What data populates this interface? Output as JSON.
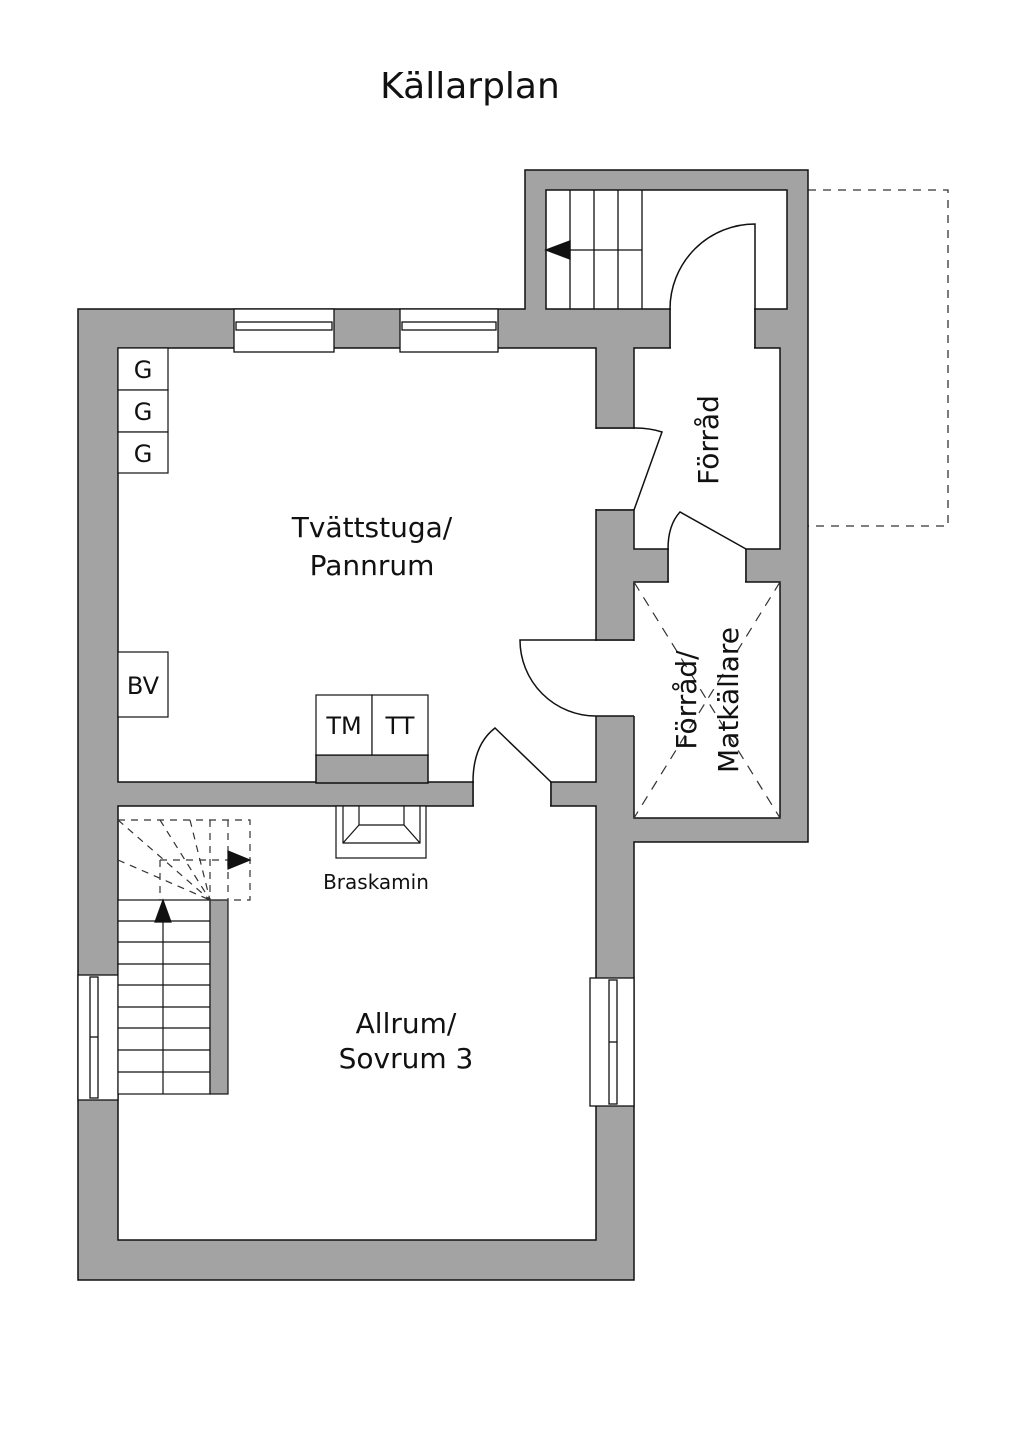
{
  "title": "Källarplan",
  "colors": {
    "wall": "#a3a3a3",
    "line": "#111111",
    "floor": "#ffffff"
  },
  "rooms": {
    "laundry": [
      "Tvättstuga/",
      "Pannrum"
    ],
    "storage": "Förråd",
    "pantry": [
      "Förråd/",
      "Matkällare"
    ],
    "family": [
      "Allrum/",
      "Sovrum 3"
    ]
  },
  "fixtures": {
    "gas": [
      "G",
      "G",
      "G"
    ],
    "bv": "BV",
    "tm": "TM",
    "tt": "TT",
    "stove": "Braskamin"
  }
}
